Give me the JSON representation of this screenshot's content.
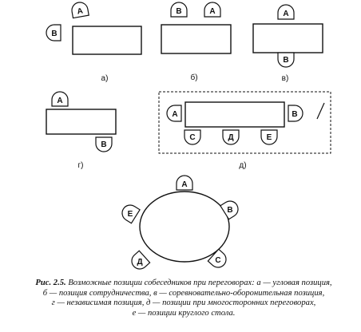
{
  "diagrams": {
    "a": {
      "label": "а)",
      "seats": {
        "A": "A",
        "B": "B"
      }
    },
    "b": {
      "label": "б)",
      "seats": {
        "B": "B",
        "A": "A"
      }
    },
    "v": {
      "label": "в)",
      "seats": {
        "A": "A",
        "B": "B"
      }
    },
    "g": {
      "label": "г)",
      "seats": {
        "A": "A",
        "B": "B"
      }
    },
    "d": {
      "label": "д)",
      "seats": {
        "A": "A",
        "B": "B",
        "C": "C",
        "D": "Д",
        "E": "E"
      }
    },
    "e": {
      "seats": {
        "A": "A",
        "B": "B",
        "C": "C",
        "D": "Д",
        "E": "E"
      }
    }
  },
  "caption": {
    "title": "Рис. 2.5.",
    "line1": " Возможные позиции собеседников при переговорах: а — угловая позиция,",
    "line2": "б — позиция сотрудничества, в — соревновательно-оборонительная позиция,",
    "line3": "г — независимая позиция, д — позиции при многосторонних переговорах,",
    "line4": "е — позиции круглого стола."
  }
}
